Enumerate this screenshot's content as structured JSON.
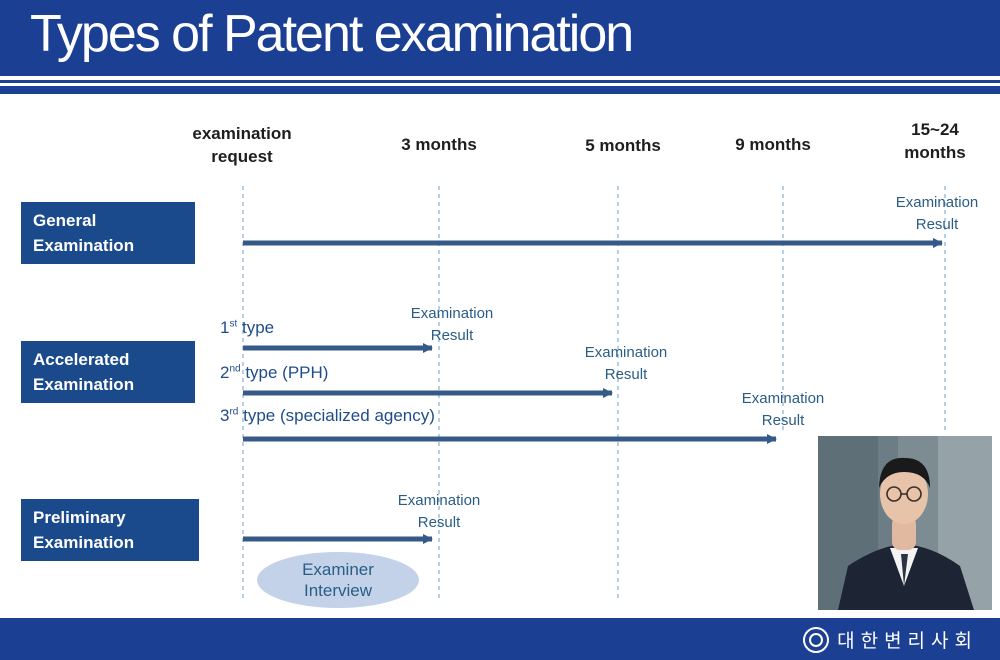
{
  "header": {
    "title": "Types of Patent examination"
  },
  "timeline": {
    "milestones": [
      {
        "label_top": "examination",
        "label_bottom": "request"
      },
      {
        "label_top": "3 months",
        "label_bottom": ""
      },
      {
        "label_top": "5 months",
        "label_bottom": ""
      },
      {
        "label_top": "9 months",
        "label_bottom": ""
      },
      {
        "label_top": "15~24",
        "label_bottom": "months"
      }
    ]
  },
  "rows": [
    {
      "line1": "General",
      "line2": "Examination"
    },
    {
      "line1": "Accelerated",
      "line2": "Examination"
    },
    {
      "line1": "Preliminary",
      "line2": "Examination"
    }
  ],
  "types": [
    {
      "ordinal": "1",
      "suffix": "st",
      "text": " type"
    },
    {
      "ordinal": "2",
      "suffix": "nd",
      "text": " type (PPH)"
    },
    {
      "ordinal": "3",
      "suffix": "rd",
      "text": " type (specialized agency)"
    }
  ],
  "results": {
    "line1": "Examination",
    "line2": "Result"
  },
  "interview": {
    "line1": "Examiner",
    "line2": "Interview"
  },
  "footer": {
    "org": "대한변리사회"
  },
  "colors": {
    "brand": "#1b3f92",
    "label_bg": "#1b4a8c",
    "arrow": "#365a88",
    "accent_text": "#2a5d86"
  },
  "icons": {
    "logo": "korean-patent-attorneys-association-logo"
  }
}
